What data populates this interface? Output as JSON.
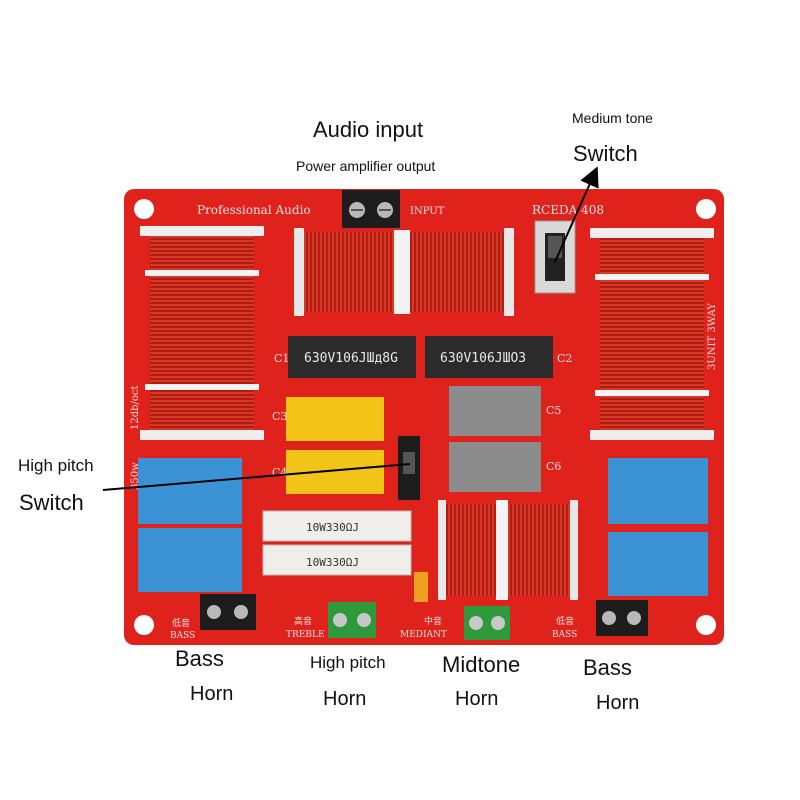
{
  "labels": {
    "audio_input": "Audio input",
    "power_amp_output": "Power amplifier output",
    "medium_tone": "Medium tone",
    "switch_top": "Switch",
    "high_pitch_left": "High pitch",
    "switch_left": "Switch",
    "bass_left_1": "Bass",
    "bass_left_2": "Horn",
    "high_pitch_bottom_1": "High pitch",
    "high_pitch_bottom_2": "Horn",
    "midtone_1": "Midtone",
    "midtone_2": "Horn",
    "bass_right_1": "Bass",
    "bass_right_2": "Horn"
  },
  "board": {
    "brand": "Professional Audio",
    "model": "RCEDA 408",
    "input_silk": "INPUT",
    "side_silk": "3UNIT 3WAY",
    "left_silk_1": "12db/oct",
    "left_silk_2": "350w",
    "c1": "C1",
    "c2": "C2",
    "c3": "C3",
    "c4": "C4",
    "c5": "C5",
    "c6": "C6",
    "cap1_text": "630V106JШд8G",
    "cap2_text": "630V106JШOЗ",
    "res1_text": "10W330ΩJ",
    "res2_text": "10W330ΩJ",
    "bass_left_cn": "低音",
    "bass_left_en": "BASS",
    "treble_cn": "高音",
    "treble_en": "TREBLE",
    "mediant_cn": "中音",
    "mediant_en": "MEDIANT",
    "bass_right_cn": "低音",
    "bass_right_en": "BASS"
  },
  "colors": {
    "pcb": "#e0221d",
    "coil": "#b51a12",
    "capacitor_black": "#2b2b2b",
    "capacitor_yellow": "#f2c418",
    "capacitor_gray": "#8c8c8c",
    "capacitor_blue": "#3b93d6",
    "terminal_green": "#2e9a3c",
    "terminal_black": "#1d1d1d",
    "resistor_white": "#f0eeea"
  }
}
